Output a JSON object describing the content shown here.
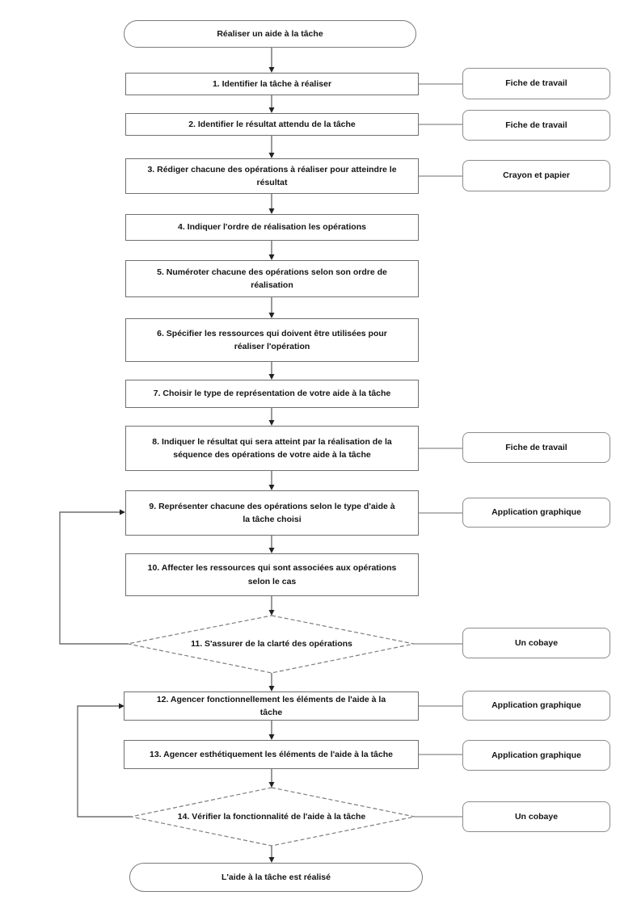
{
  "flow": {
    "start": {
      "label": "Réaliser un aide à la tâche"
    },
    "steps": [
      {
        "label": "1. Identifier la tâche à réaliser",
        "shape": "process",
        "resource": "Fiche de travail"
      },
      {
        "label": "2. Identifier le résultat attendu de la tâche",
        "shape": "process",
        "resource": "Fiche de travail"
      },
      {
        "label": "3. Rédiger chacune des opérations à réaliser pour atteindre le résultat",
        "shape": "process",
        "resource": "Crayon et papier"
      },
      {
        "label": "4. Indiquer l'ordre de réalisation les opérations",
        "shape": "process",
        "resource": null
      },
      {
        "label": "5. Numéroter chacune des opérations selon son ordre de réalisation",
        "shape": "process",
        "resource": null
      },
      {
        "label": "6. Spécifier les ressources qui doivent être utilisées pour réaliser l'opération",
        "shape": "process",
        "resource": null
      },
      {
        "label": "7. Choisir le type de représentation de votre aide à la tâche",
        "shape": "process",
        "resource": null
      },
      {
        "label": "8. Indiquer le résultat qui sera atteint par la réalisation de la séquence des opérations de votre aide à la tâche",
        "shape": "process",
        "resource": "Fiche de travail"
      },
      {
        "label": "9. Représenter chacune des opérations selon le type d'aide à la tâche choisi",
        "shape": "process",
        "resource": "Application graphique"
      },
      {
        "label": "10. Affecter les ressources qui sont associées aux opérations selon le cas",
        "shape": "process",
        "resource": null
      },
      {
        "label": "11. S'assurer de la clarté des opérations",
        "shape": "decision",
        "resource": "Un cobaye"
      },
      {
        "label": "12. Agencer fonctionnellement les éléments de l'aide à la tâche",
        "shape": "process",
        "resource": "Application graphique"
      },
      {
        "label": "13. Agencer esthétiquement les éléments de l'aide à la tâche",
        "shape": "process",
        "resource": "Application graphique"
      },
      {
        "label": "14. Vérifier la fonctionnalité de l'aide à la tâche",
        "shape": "decision",
        "resource": "Un cobaye"
      }
    ],
    "end": {
      "label": "L'aide à la tâche est réalisé"
    }
  },
  "colors": {
    "background": "#ffffff",
    "connector_line": "#6e6e6e",
    "arrowhead": "#222222",
    "process_border": "#6f6f6f",
    "resource_border": "#8c8c8c",
    "text": "#141414"
  }
}
